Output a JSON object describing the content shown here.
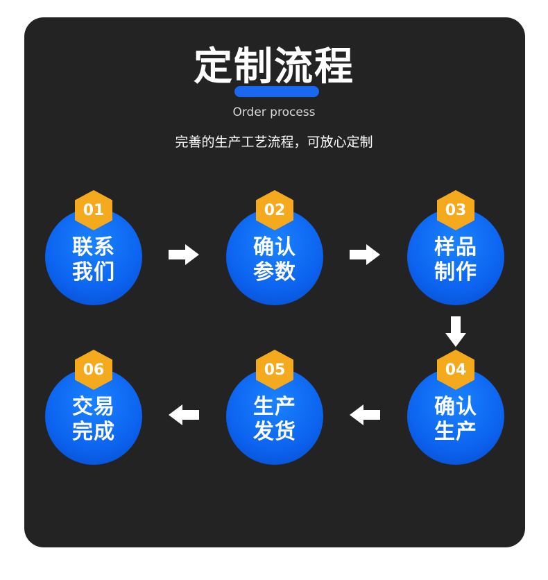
{
  "header": {
    "title": "定制流程",
    "subtitle": "Order process",
    "tagline": "完善的生产工艺流程，可放心定制"
  },
  "steps": [
    {
      "number": "01",
      "line1": "联系",
      "line2": "我们"
    },
    {
      "number": "02",
      "line1": "确认",
      "line2": "参数"
    },
    {
      "number": "03",
      "line1": "样品",
      "line2": "制作"
    },
    {
      "number": "04",
      "line1": "确认",
      "line2": "生产"
    },
    {
      "number": "05",
      "line1": "生产",
      "line2": "发货"
    },
    {
      "number": "06",
      "line1": "交易",
      "line2": "完成"
    }
  ],
  "colors": {
    "card_bg": "#232323",
    "circle_blue": "#0c63ef",
    "badge_orange": "#f5a91c",
    "accent_bar": "#1a68f0",
    "text": "#ffffff"
  },
  "icons": {
    "arrows": [
      "arrow-right-icon",
      "arrow-right-icon",
      "arrow-down-icon",
      "arrow-left-icon",
      "arrow-left-icon"
    ]
  }
}
